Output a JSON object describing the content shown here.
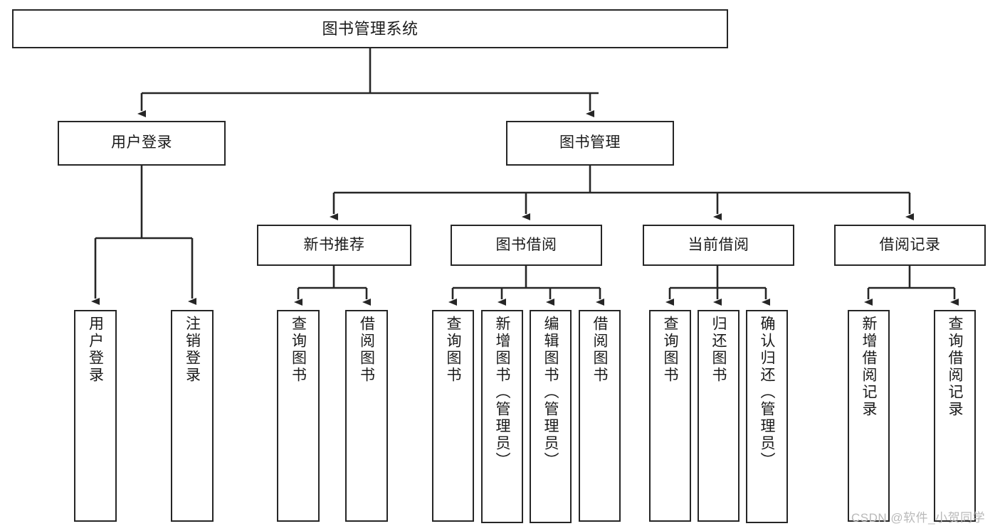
{
  "diagram": {
    "title": "图书管理系统",
    "type": "hierarchy-tree",
    "orientation": "top-down",
    "colors": {
      "stroke": "#262626",
      "fill": "#ffffff",
      "text": "#1a1a1a",
      "watermark": "#b9b9b9"
    },
    "levels": {
      "root": {
        "label": "图书管理系统"
      },
      "level2": [
        {
          "label": "用户登录"
        },
        {
          "label": "图书管理"
        }
      ],
      "level3": [
        {
          "label": "新书推荐"
        },
        {
          "label": "图书借阅"
        },
        {
          "label": "当前借阅"
        },
        {
          "label": "借阅记录"
        }
      ],
      "leaves": {
        "user_login": [
          {
            "label": "用户登录"
          },
          {
            "label": "注销登录"
          }
        ],
        "new_book_recommend": [
          {
            "label": "查询图书"
          },
          {
            "label": "借阅图书"
          }
        ],
        "book_borrow": [
          {
            "label": "查询图书"
          },
          {
            "label": "新增图书（管理员）"
          },
          {
            "label": "编辑图书（管理员）"
          },
          {
            "label": "借阅图书"
          }
        ],
        "current_borrow": [
          {
            "label": "查询图书"
          },
          {
            "label": "归还图书"
          },
          {
            "label": "确认归还（管理员）"
          }
        ],
        "borrow_record": [
          {
            "label": "新增借阅记录"
          },
          {
            "label": "查询借阅记录"
          }
        ]
      }
    }
  },
  "watermark": {
    "text": "CSDN @软件_小贺同学"
  }
}
